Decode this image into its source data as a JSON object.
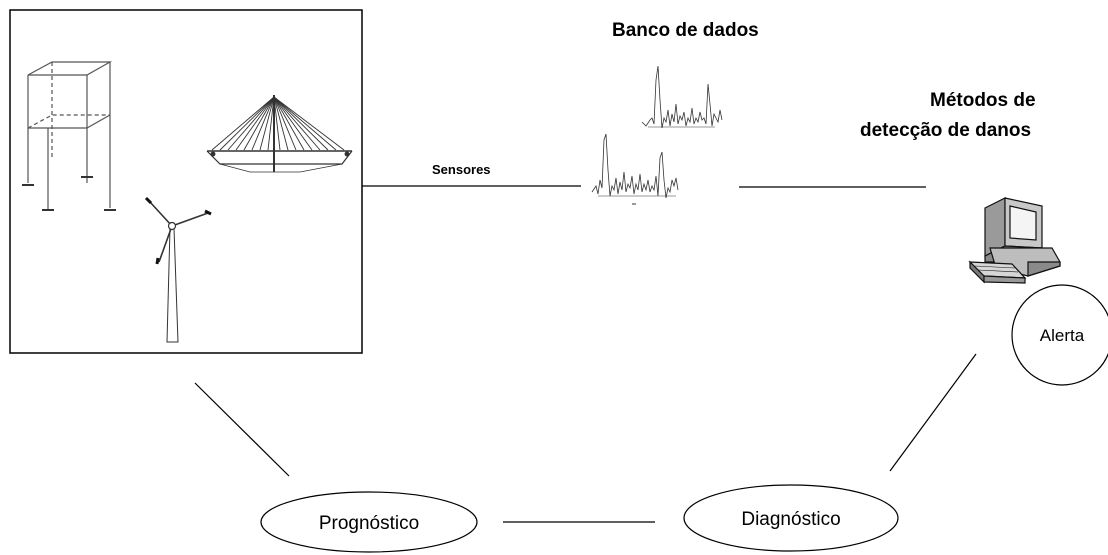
{
  "labels": {
    "database_title": "Banco de dados",
    "methods_title_line1": "Métodos de",
    "methods_title_line2": "detecção de danos",
    "sensors": "Sensores",
    "alert": "Alerta",
    "prognosis": "Prognóstico",
    "diagnosis": "Diagnóstico"
  },
  "icons": [
    "building-frame-icon",
    "cable-stayed-bridge-icon",
    "wind-turbine-icon",
    "signal-waveform-icon",
    "computer-icon"
  ],
  "colors": {
    "line": "#000000",
    "background": "#ffffff"
  }
}
